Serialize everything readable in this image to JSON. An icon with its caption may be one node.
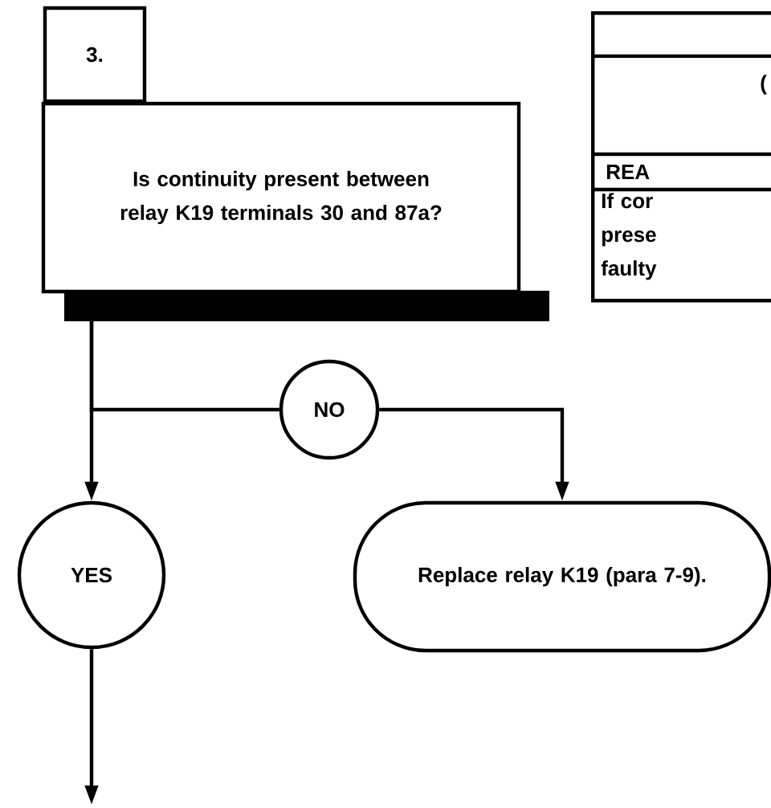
{
  "diagram": {
    "nodes": [
      {
        "text": [
          "3."
        ]
      },
      {
        "text": [
          "Is continuity present between relay K19 terminals 30 and 87a?"
        ]
      },
      {
        "text": [
          "NO"
        ]
      },
      {
        "text": [
          "YES"
        ]
      },
      {
        "text": [
          "Replace relay K19 (para 7-9)."
        ]
      },
      {
        "text": [
          "(",
          "REA",
          "If cor prese faulty"
        ]
      }
    ],
    "edges": [
      {
        "from": 1,
        "to": 3,
        "arrow": "to"
      },
      {
        "from": 1,
        "to": 2,
        "arrow": "none"
      },
      {
        "from": 2,
        "to": 4,
        "arrow": "to"
      },
      {
        "from": 3,
        "to": null,
        "arrow": "to"
      }
    ]
  }
}
